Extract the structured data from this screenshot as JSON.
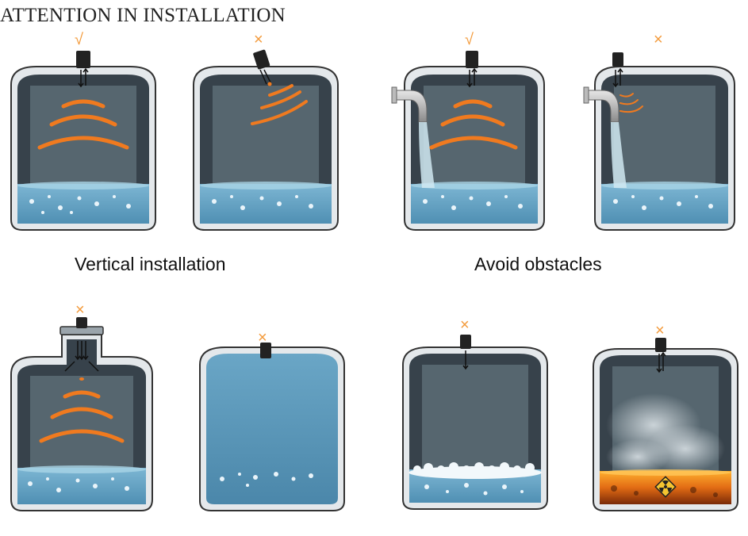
{
  "title": "ATTENTION IN INSTALLATION",
  "captions": {
    "vertical": "Vertical installation",
    "obstacles": "Avoid obstacles"
  },
  "marks": {
    "correct": "√",
    "wrong": "×"
  },
  "colors": {
    "tank_outer": "#343f48",
    "tank_inner": "#4e5e6a",
    "tank_wall": "#d7dde2",
    "wave": "#f07a1f",
    "liquid": "#5d9ec2",
    "liquid_full": "#6faac9",
    "mark": "#f39b3c",
    "fire": "#e8701a"
  },
  "tanks": [
    {
      "id": "vertical-ok",
      "result": "correct",
      "scene": "vertical sensor with echo waves"
    },
    {
      "id": "tilted-wrong",
      "result": "wrong",
      "scene": "tilted sensor with deflected waves"
    },
    {
      "id": "obstacle-ok",
      "result": "correct",
      "scene": "sensor away from inlet pipe"
    },
    {
      "id": "obstacle-wrong",
      "result": "wrong",
      "scene": "sensor above inlet stream"
    },
    {
      "id": "neck-wrong",
      "result": "wrong",
      "scene": "sensor inside narrow neck"
    },
    {
      "id": "full-wrong",
      "result": "wrong",
      "scene": "tank filled to the top"
    },
    {
      "id": "foam-wrong",
      "result": "wrong",
      "scene": "foam on liquid surface"
    },
    {
      "id": "steam-wrong",
      "result": "wrong",
      "scene": "steam above hot liquid"
    }
  ]
}
